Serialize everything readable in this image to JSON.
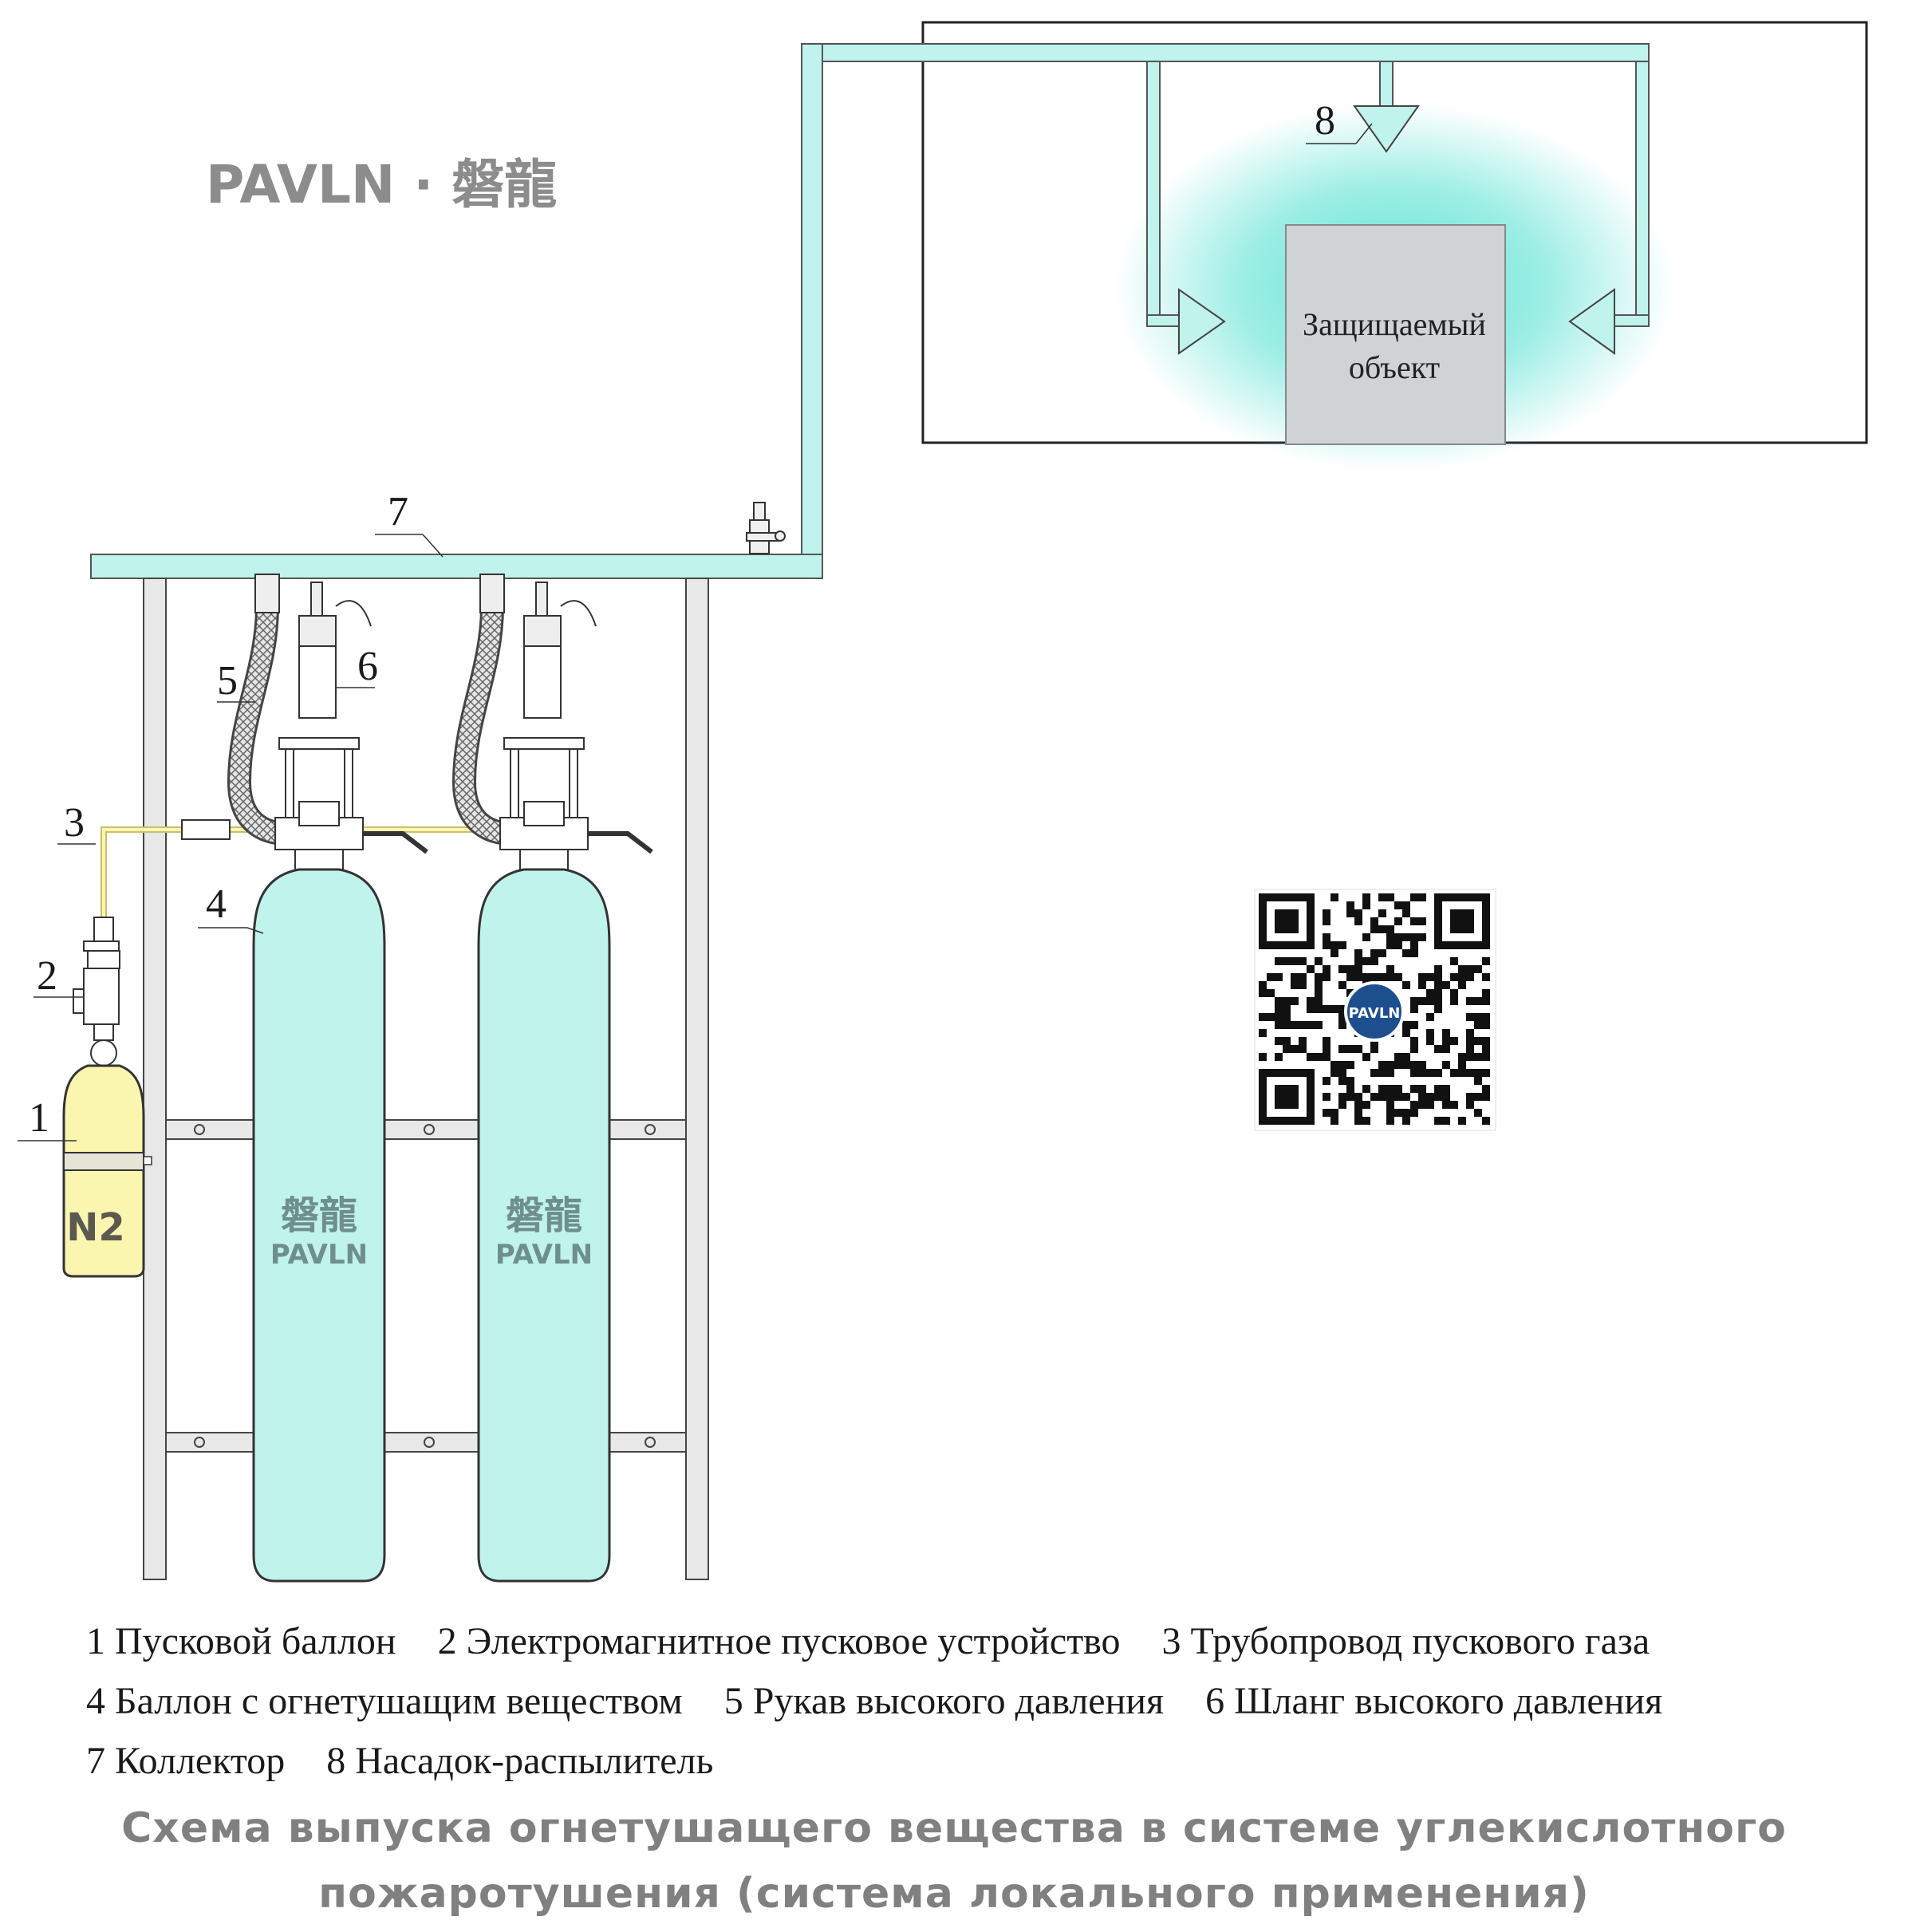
{
  "brand": {
    "logo_text": "PAVLN · 磐龍",
    "cylinder_mark_cn": "磐龍",
    "cylinder_mark_en": "PAVLN",
    "qr_badge": "PAVLN"
  },
  "n2_label": "N2",
  "protected_object": {
    "line1": "Защищаемый",
    "line2": "объект"
  },
  "callouts": [
    "1",
    "2",
    "3",
    "4",
    "5",
    "6",
    "7",
    "8"
  ],
  "legend": {
    "row1": [
      "1 Пусковой баллон",
      "2 Электромагнитное пусковое устройство",
      "3 Трубопровод пускового газа"
    ],
    "row2": [
      "4 Баллон с огнетушащим веществом",
      "5 Рукав высокого давления",
      "6 Шланг высокого давления"
    ],
    "row3": [
      "7 Коллектор",
      "8 Насадок-распылитель"
    ]
  },
  "caption": {
    "line1": "Схема выпуска огнетушащего вещества в системе углекислотного",
    "line2": "пожаротушения (система локального применения)"
  },
  "colors": {
    "pipe_fill": "#bff3ec",
    "cylinder_fill": "#bff3ec",
    "n2_fill": "#faf6b0",
    "object_fill": "#cfd3d6",
    "mist": "#4fe0cf",
    "caption": "#808080"
  }
}
